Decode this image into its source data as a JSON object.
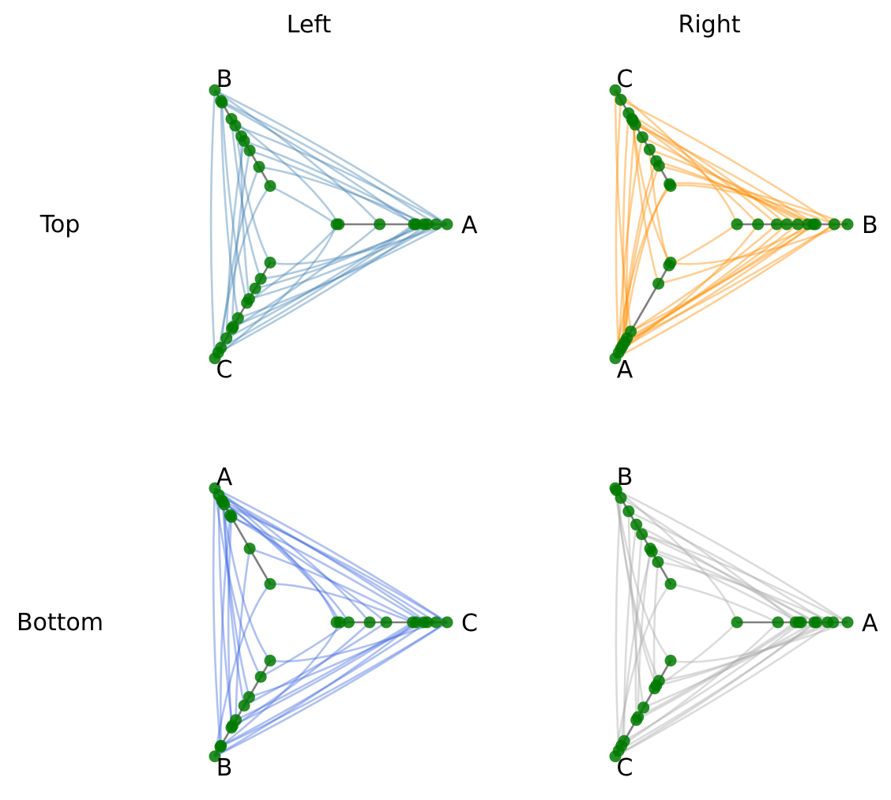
{
  "figure": {
    "column_titles": [
      "Left",
      "Right"
    ],
    "row_titles": [
      "Top",
      "Bottom"
    ]
  },
  "style": {
    "axis_color": "#7f7f7f",
    "node_color": "#007a00",
    "background": "#ffffff"
  },
  "panels": [
    {
      "row": "Top",
      "column": "Left",
      "edge_color": "#4682b4",
      "axes": [
        {
          "label": "A",
          "nodes": [
            0.0,
            0.02,
            0.39,
            0.7,
            0.72,
            0.79,
            0.82,
            0.9,
            1.0
          ]
        },
        {
          "label": "B",
          "nodes": [
            0.0,
            0.2,
            0.37,
            0.47,
            0.52,
            0.63,
            0.7,
            0.87,
            0.89,
            1.0
          ]
        },
        {
          "label": "C",
          "nodes": [
            0.0,
            0.17,
            0.27,
            0.38,
            0.42,
            0.58,
            0.67,
            0.69,
            0.79,
            0.89,
            0.94,
            1.0
          ]
        }
      ],
      "edges": [
        [
          "A",
          2,
          "B",
          9
        ],
        [
          "A",
          6,
          "B",
          1
        ],
        [
          "A",
          8,
          "B",
          5
        ],
        [
          "A",
          3,
          "B",
          7
        ],
        [
          "A",
          0,
          "B",
          0
        ],
        [
          "A",
          7,
          "B",
          8
        ],
        [
          "A",
          5,
          "B",
          3
        ],
        [
          "A",
          1,
          "B",
          6
        ],
        [
          "A",
          4,
          "B",
          2
        ],
        [
          "A",
          8,
          "B",
          9
        ],
        [
          "B",
          0,
          "C",
          10
        ],
        [
          "B",
          4,
          "C",
          3
        ],
        [
          "B",
          2,
          "C",
          7
        ],
        [
          "B",
          9,
          "C",
          11
        ],
        [
          "B",
          6,
          "C",
          1
        ],
        [
          "B",
          8,
          "C",
          5
        ],
        [
          "B",
          1,
          "C",
          9
        ],
        [
          "B",
          5,
          "C",
          0
        ],
        [
          "B",
          3,
          "C",
          8
        ],
        [
          "B",
          7,
          "C",
          4
        ],
        [
          "C",
          0,
          "A",
          8
        ],
        [
          "C",
          2,
          "A",
          5
        ],
        [
          "C",
          4,
          "A",
          1
        ],
        [
          "C",
          6,
          "A",
          7
        ],
        [
          "C",
          8,
          "A",
          3
        ],
        [
          "C",
          10,
          "A",
          6
        ],
        [
          "C",
          11,
          "A",
          0
        ],
        [
          "C",
          9,
          "A",
          4
        ],
        [
          "C",
          7,
          "A",
          2
        ],
        [
          "C",
          5,
          "A",
          8
        ],
        [
          "C",
          3,
          "A",
          7
        ],
        [
          "C",
          1,
          "A",
          6
        ]
      ]
    },
    {
      "row": "Top",
      "column": "Right",
      "edge_color": "#ff8c00",
      "axes": [
        {
          "label": "B",
          "nodes": [
            0.0,
            0.19,
            0.36,
            0.45,
            0.55,
            0.64,
            0.69,
            0.71,
            0.88,
            1.0
          ]
        },
        {
          "label": "C",
          "nodes": [
            0.0,
            0.02,
            0.21,
            0.26,
            0.38,
            0.51,
            0.64,
            0.68,
            0.7,
            0.76,
            0.9,
            1.0
          ]
        },
        {
          "label": "A",
          "nodes": [
            0.0,
            0.03,
            0.22,
            0.72,
            0.79,
            0.83,
            0.87,
            0.9,
            0.94,
            1.0
          ]
        }
      ],
      "edges": [
        [
          "B",
          0,
          "C",
          11
        ],
        [
          "B",
          2,
          "C",
          8
        ],
        [
          "B",
          4,
          "C",
          5
        ],
        [
          "B",
          6,
          "C",
          2
        ],
        [
          "B",
          8,
          "C",
          10
        ],
        [
          "B",
          9,
          "C",
          1
        ],
        [
          "B",
          7,
          "C",
          6
        ],
        [
          "B",
          5,
          "C",
          3
        ],
        [
          "B",
          3,
          "C",
          9
        ],
        [
          "B",
          1,
          "C",
          7
        ],
        [
          "B",
          8,
          "C",
          0
        ],
        [
          "B",
          6,
          "C",
          4
        ],
        [
          "C",
          0,
          "A",
          9
        ],
        [
          "C",
          3,
          "A",
          7
        ],
        [
          "C",
          5,
          "A",
          8
        ],
        [
          "C",
          7,
          "A",
          2
        ],
        [
          "C",
          9,
          "A",
          5
        ],
        [
          "C",
          11,
          "A",
          3
        ],
        [
          "C",
          2,
          "A",
          6
        ],
        [
          "C",
          4,
          "A",
          1
        ],
        [
          "C",
          6,
          "A",
          4
        ],
        [
          "C",
          8,
          "A",
          0
        ],
        [
          "C",
          10,
          "A",
          8
        ],
        [
          "C",
          1,
          "A",
          6
        ],
        [
          "A",
          0,
          "B",
          9
        ],
        [
          "A",
          2,
          "B",
          7
        ],
        [
          "A",
          4,
          "B",
          5
        ],
        [
          "A",
          6,
          "B",
          3
        ],
        [
          "A",
          8,
          "B",
          1
        ],
        [
          "A",
          9,
          "B",
          8
        ],
        [
          "A",
          7,
          "B",
          6
        ],
        [
          "A",
          5,
          "B",
          4
        ],
        [
          "A",
          3,
          "B",
          2
        ],
        [
          "A",
          1,
          "B",
          0
        ],
        [
          "A",
          3,
          "B",
          7
        ],
        [
          "A",
          5,
          "B",
          8
        ]
      ]
    },
    {
      "row": "Bottom",
      "column": "Left",
      "edge_color": "#4169e1",
      "axes": [
        {
          "label": "C",
          "nodes": [
            0.0,
            0.03,
            0.11,
            0.3,
            0.45,
            0.69,
            0.72,
            0.79,
            0.82,
            0.9,
            1.0
          ]
        },
        {
          "label": "A",
          "nodes": [
            0.0,
            0.37,
            0.7,
            0.72,
            0.83,
            0.86,
            0.87,
            0.93,
            1.0
          ]
        },
        {
          "label": "B",
          "nodes": [
            0.0,
            0.17,
            0.38,
            0.47,
            0.62,
            0.68,
            0.7,
            0.89,
            0.9,
            1.0
          ]
        }
      ],
      "edges": [
        [
          "C",
          0,
          "A",
          8
        ],
        [
          "C",
          2,
          "A",
          5
        ],
        [
          "C",
          4,
          "A",
          3
        ],
        [
          "C",
          6,
          "A",
          1
        ],
        [
          "C",
          8,
          "A",
          7
        ],
        [
          "C",
          10,
          "A",
          4
        ],
        [
          "C",
          9,
          "A",
          6
        ],
        [
          "C",
          7,
          "A",
          2
        ],
        [
          "C",
          5,
          "A",
          0
        ],
        [
          "C",
          3,
          "A",
          8
        ],
        [
          "C",
          1,
          "A",
          6
        ],
        [
          "C",
          10,
          "A",
          8
        ],
        [
          "A",
          0,
          "B",
          9
        ],
        [
          "A",
          2,
          "B",
          6
        ],
        [
          "A",
          4,
          "B",
          3
        ],
        [
          "A",
          6,
          "B",
          0
        ],
        [
          "A",
          8,
          "B",
          8
        ],
        [
          "A",
          7,
          "B",
          5
        ],
        [
          "A",
          5,
          "B",
          2
        ],
        [
          "A",
          3,
          "B",
          7
        ],
        [
          "A",
          1,
          "B",
          4
        ],
        [
          "A",
          8,
          "B",
          1
        ],
        [
          "B",
          0,
          "C",
          9
        ],
        [
          "B",
          2,
          "C",
          7
        ],
        [
          "B",
          4,
          "C",
          5
        ],
        [
          "B",
          6,
          "C",
          3
        ],
        [
          "B",
          8,
          "C",
          1
        ],
        [
          "B",
          9,
          "C",
          10
        ],
        [
          "B",
          7,
          "C",
          8
        ],
        [
          "B",
          5,
          "C",
          6
        ],
        [
          "B",
          3,
          "C",
          4
        ],
        [
          "B",
          1,
          "C",
          2
        ],
        [
          "B",
          8,
          "C",
          10
        ],
        [
          "B",
          9,
          "C",
          6
        ]
      ]
    },
    {
      "row": "Bottom",
      "column": "Right",
      "edge_color": "#a9a9a9",
      "axes": [
        {
          "label": "A",
          "nodes": [
            0.0,
            0.37,
            0.53,
            0.56,
            0.58,
            0.7,
            0.72,
            0.82,
            0.87,
            1.0
          ]
        },
        {
          "label": "B",
          "nodes": [
            0.0,
            0.23,
            0.34,
            0.37,
            0.52,
            0.62,
            0.76,
            0.9,
            0.98,
            1.0
          ]
        },
        {
          "label": "C",
          "nodes": [
            0.0,
            0.21,
            0.26,
            0.29,
            0.49,
            0.59,
            0.62,
            0.84,
            0.89,
            0.94,
            1.0
          ]
        }
      ],
      "edges": [
        [
          "A",
          0,
          "B",
          9
        ],
        [
          "A",
          2,
          "B",
          7
        ],
        [
          "A",
          4,
          "B",
          5
        ],
        [
          "A",
          6,
          "B",
          3
        ],
        [
          "A",
          8,
          "B",
          1
        ],
        [
          "A",
          9,
          "B",
          8
        ],
        [
          "A",
          7,
          "B",
          6
        ],
        [
          "A",
          5,
          "B",
          4
        ],
        [
          "A",
          3,
          "B",
          2
        ],
        [
          "A",
          1,
          "B",
          0
        ],
        [
          "A",
          9,
          "B",
          4
        ],
        [
          "B",
          0,
          "C",
          10
        ],
        [
          "B",
          2,
          "C",
          8
        ],
        [
          "B",
          4,
          "C",
          6
        ],
        [
          "B",
          6,
          "C",
          4
        ],
        [
          "B",
          8,
          "C",
          2
        ],
        [
          "B",
          9,
          "C",
          0
        ],
        [
          "B",
          7,
          "C",
          9
        ],
        [
          "B",
          5,
          "C",
          7
        ],
        [
          "B",
          3,
          "C",
          5
        ],
        [
          "B",
          1,
          "C",
          3
        ],
        [
          "B",
          9,
          "C",
          1
        ],
        [
          "C",
          0,
          "A",
          9
        ],
        [
          "C",
          2,
          "A",
          7
        ],
        [
          "C",
          4,
          "A",
          5
        ],
        [
          "C",
          6,
          "A",
          3
        ],
        [
          "C",
          8,
          "A",
          1
        ],
        [
          "C",
          10,
          "A",
          8
        ],
        [
          "C",
          9,
          "A",
          6
        ],
        [
          "C",
          7,
          "A",
          4
        ],
        [
          "C",
          5,
          "A",
          2
        ],
        [
          "C",
          3,
          "A",
          0
        ],
        [
          "C",
          1,
          "A",
          8
        ],
        [
          "C",
          10,
          "A",
          5
        ]
      ]
    }
  ]
}
